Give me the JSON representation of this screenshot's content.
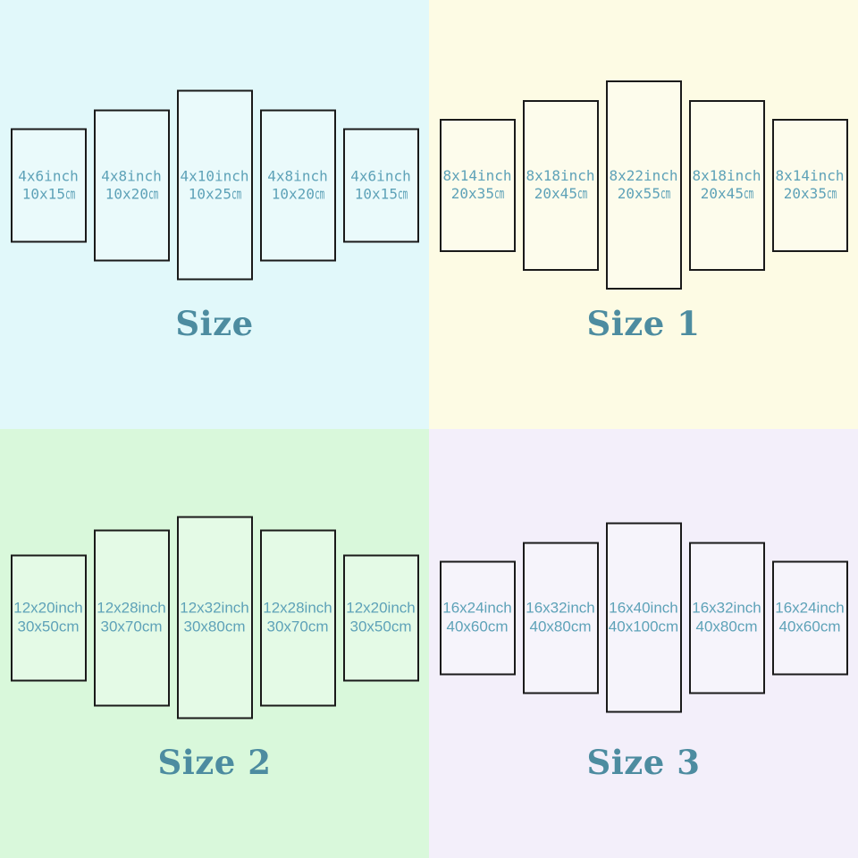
{
  "board": {
    "border_color": "#1a1a1a",
    "title_color": "#4d8ca0",
    "panel_text_color": "#5ea2b8"
  },
  "quadrants": [
    {
      "title": "Size",
      "bg": "#e1f8fa",
      "unit_style": "compact-cm",
      "panels": [
        {
          "inch": "4x6inch",
          "cm": "10x15cm"
        },
        {
          "inch": "4x8inch",
          "cm": "10x20cm"
        },
        {
          "inch": "4x10inch",
          "cm": "10x25cm"
        },
        {
          "inch": "4x8inch",
          "cm": "10x20cm"
        },
        {
          "inch": "4x6inch",
          "cm": "10x15cm"
        }
      ]
    },
    {
      "title": "Size 1",
      "bg": "#fdfbe4",
      "unit_style": "compact-cm",
      "panels": [
        {
          "inch": "8x14inch",
          "cm": "20x35cm"
        },
        {
          "inch": "8x18inch",
          "cm": "20x45cm"
        },
        {
          "inch": "8x22inch",
          "cm": "20x55cm"
        },
        {
          "inch": "8x18inch",
          "cm": "20x45cm"
        },
        {
          "inch": "8x14inch",
          "cm": "20x35cm"
        }
      ]
    },
    {
      "title": "Size 2",
      "bg": "#d9f8db",
      "unit_style": "normal",
      "panels": [
        {
          "inch": "12x20inch",
          "cm": "30x50cm"
        },
        {
          "inch": "12x28inch",
          "cm": "30x70cm"
        },
        {
          "inch": "12x32inch",
          "cm": "30x80cm"
        },
        {
          "inch": "12x28inch",
          "cm": "30x70cm"
        },
        {
          "inch": "12x20inch",
          "cm": "30x50cm"
        }
      ]
    },
    {
      "title": "Size 3",
      "bg": "#f3effa",
      "unit_style": "normal",
      "panels": [
        {
          "inch": "16x24inch",
          "cm": "40x60cm"
        },
        {
          "inch": "16x32inch",
          "cm": "40x80cm"
        },
        {
          "inch": "16x40inch",
          "cm": "40x100cm"
        },
        {
          "inch": "16x32inch",
          "cm": "40x80cm"
        },
        {
          "inch": "16x24inch",
          "cm": "40x60cm"
        }
      ]
    }
  ]
}
